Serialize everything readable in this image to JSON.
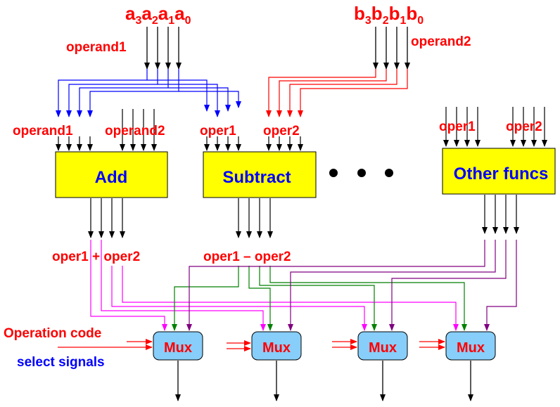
{
  "inputs": {
    "a": {
      "base": "a",
      "subs": [
        "3",
        "2",
        "1",
        "0"
      ]
    },
    "b": {
      "base": "b",
      "subs": [
        "3",
        "2",
        "1",
        "0"
      ]
    }
  },
  "labels": {
    "operand1_top": "operand1",
    "operand2_top": "operand2",
    "add_in1": "operand1",
    "add_in2": "operand2",
    "sub_in1": "oper1",
    "sub_in2": "oper2",
    "oth_in1": "oper1",
    "oth_in2": "oper2",
    "add_out": "oper1 + oper2",
    "sub_out": "oper1 – oper2",
    "opcode": "Operation code",
    "select": "select signals"
  },
  "blocks": {
    "add": "Add",
    "sub": "Subtract",
    "other": "Other funcs",
    "mux": [
      "Mux",
      "Mux",
      "Mux",
      "Mux"
    ]
  },
  "colors": {
    "label": "#ff0000",
    "select": "#0000ff",
    "block_fill": "#ffff00",
    "block_text": "#0000ff",
    "mux_fill": "#87cefa",
    "mux_text": "#ff0000",
    "wire_a": "#0000ff",
    "wire_b": "#ff0000",
    "wire_add": "#ff00ff",
    "wire_sub": "#008000",
    "wire_other": "#800080",
    "wire_default": "#000000"
  }
}
